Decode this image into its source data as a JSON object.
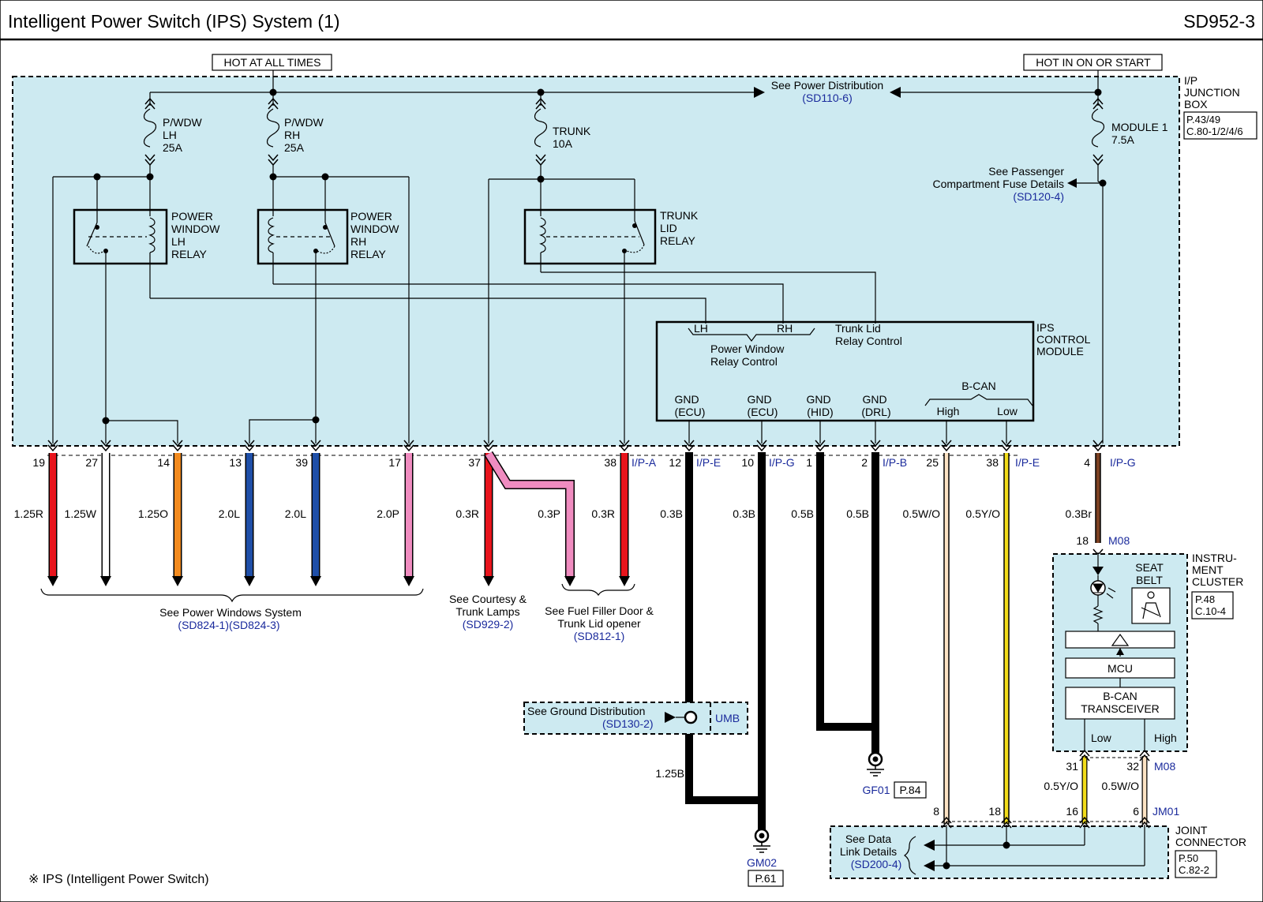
{
  "header": {
    "title": "Intelligent Power Switch (IPS) System (1)",
    "code": "SD952-3"
  },
  "junction_box": {
    "hot_all": "HOT AT ALL TIMES",
    "hot_on": "HOT IN ON OR START",
    "name": [
      "I/P",
      "JUNCTION",
      "BOX"
    ],
    "ref": [
      "P.43/49",
      "C.80-1/2/4/6"
    ],
    "see_power": "See Power Distribution",
    "see_power_ref": "(SD110-6)",
    "see_pass": [
      "See Passenger",
      "Compartment Fuse Details"
    ],
    "see_pass_ref": "(SD120-4)"
  },
  "fuses": [
    {
      "lines": [
        "P/WDW",
        "LH",
        "25A"
      ]
    },
    {
      "lines": [
        "P/WDW",
        "RH",
        "25A"
      ]
    },
    {
      "lines": [
        "TRUNK",
        "10A"
      ]
    },
    {
      "lines": [
        "MODULE 1",
        "7.5A"
      ]
    }
  ],
  "relays": [
    {
      "lines": [
        "POWER",
        "WINDOW",
        "LH",
        "RELAY"
      ]
    },
    {
      "lines": [
        "POWER",
        "WINDOW",
        "RH",
        "RELAY"
      ]
    },
    {
      "lines": [
        "TRUNK",
        "LID",
        "RELAY"
      ]
    }
  ],
  "ips_module": {
    "name": [
      "IPS",
      "CONTROL",
      "MODULE"
    ],
    "lh": "LH",
    "rh": "RH",
    "pw_label": [
      "Power Window",
      "Relay Control"
    ],
    "trunk_label": [
      "Trunk Lid",
      "Relay Control"
    ],
    "bcan": "B-CAN",
    "gnd_labels": [
      [
        "GND",
        "(ECU)"
      ],
      [
        "GND",
        "(ECU)"
      ],
      [
        "GND",
        "(HID)"
      ],
      [
        "GND",
        "(DRL)"
      ]
    ],
    "high": "High",
    "low": "Low"
  },
  "pins": [
    {
      "pin": "19",
      "wire": "1.25R",
      "color": "#e8141c"
    },
    {
      "pin": "27",
      "wire": "1.25W",
      "color": "#ffffff"
    },
    {
      "pin": "14",
      "wire": "1.25O",
      "color": "#f28a1e"
    },
    {
      "pin": "13",
      "wire": "2.0L",
      "color": "#1f4fa8"
    },
    {
      "pin": "39",
      "wire": "2.0L",
      "color": "#1f4fa8"
    },
    {
      "pin": "17",
      "wire": "2.0P",
      "color": "#f08cc0"
    },
    {
      "pin": "37",
      "wire": "0.3R",
      "color": "#e8141c"
    },
    {
      "pin": "",
      "wire": "0.3P",
      "color": "#f08cc0"
    },
    {
      "pin": "38",
      "wire": "0.3R",
      "color": "#e8141c"
    },
    {
      "pin": "12",
      "wire": "0.3B",
      "color": "#000000"
    },
    {
      "pin": "10",
      "wire": "0.3B",
      "color": "#000000"
    },
    {
      "pin": "1",
      "wire": "0.5B",
      "color": "#000000"
    },
    {
      "pin": "2",
      "wire": "0.5B",
      "color": "#000000"
    },
    {
      "pin": "25",
      "wire": "0.5W/O",
      "color": "#fde3c4"
    },
    {
      "pin": "38",
      "wire": "0.5Y/O",
      "color": "#f2dc1a"
    },
    {
      "pin": "4",
      "wire": "0.3Br",
      "color": "#7b4022"
    }
  ],
  "connectors": {
    "ipa": "I/P-A",
    "ipe": "I/P-E",
    "ipg": "I/P-G",
    "ipb": "I/P-B",
    "ipe2": "I/P-E",
    "ipg2": "I/P-G"
  },
  "dest": {
    "power_windows": "See Power Windows System",
    "power_windows_ref": "(SD824-1)(SD824-3)",
    "courtesy": [
      "See Courtesy &",
      "Trunk Lamps"
    ],
    "courtesy_ref": "(SD929-2)",
    "fuel": [
      "See Fuel Filler Door &",
      "Trunk Lid opener"
    ],
    "fuel_ref": "(SD812-1)"
  },
  "ground": {
    "see": "See Ground Distribution",
    "see_ref": "(SD130-2)",
    "umb": "UMB",
    "wire": "1.25B",
    "gm02": "GM02",
    "gm02_ref": "P.61",
    "gf01": "GF01",
    "gf01_ref": "P.84"
  },
  "cluster": {
    "name": [
      "INSTRU-",
      "MENT",
      "CLUSTER"
    ],
    "ref": [
      "P.48",
      "C.10-4"
    ],
    "m08": "M08",
    "pin18": "18",
    "seat": [
      "SEAT",
      "BELT"
    ],
    "mcu": "MCU",
    "bcan": [
      "B-CAN",
      "TRANSCEIVER"
    ],
    "low": "Low",
    "high": "High",
    "pin31": "31",
    "pin32": "32",
    "m08b": "M08",
    "w31": "0.5Y/O",
    "w32": "0.5W/O"
  },
  "joint": {
    "name": [
      "JOINT",
      "CONNECTOR"
    ],
    "ref": [
      "P.50",
      "C.82-2"
    ],
    "jm01": "JM01",
    "pin8": "8",
    "pin18": "18",
    "pin16": "16",
    "pin6": "6",
    "see": [
      "See Data",
      "Link Details"
    ],
    "see_ref": "(SD200-4)"
  },
  "footnote": "※ IPS (Intelligent Power Switch)"
}
